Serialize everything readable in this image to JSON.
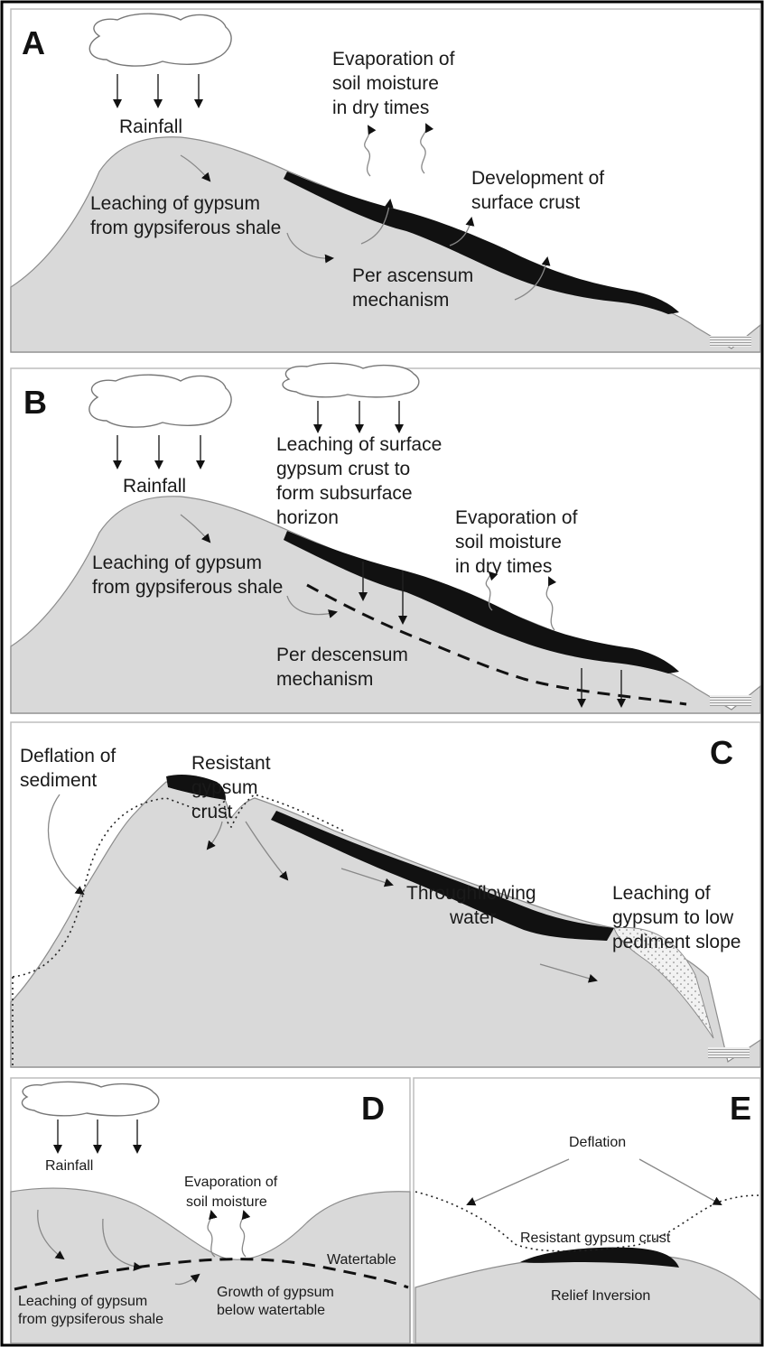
{
  "panels": {
    "A": {
      "letter": "A",
      "rainfall": "Rainfall",
      "evap": [
        "Evaporation of",
        "soil moisture",
        "in dry times"
      ],
      "crust": [
        "Development of",
        "surface crust"
      ],
      "leach": [
        "Leaching of gypsum",
        "from gypsiferous shale"
      ],
      "mech": [
        "Per ascensum",
        "mechanism"
      ]
    },
    "B": {
      "letter": "B",
      "rainfall": "Rainfall",
      "leach_surface": [
        "Leaching of surface",
        "gypsum crust to",
        "form subsurface",
        "horizon"
      ],
      "evap": [
        "Evaporation of",
        "soil moisture",
        "in dry times"
      ],
      "leach": [
        "Leaching of gypsum",
        "from gypsiferous shale"
      ],
      "mech": [
        "Per descensum",
        "mechanism"
      ]
    },
    "C": {
      "letter": "C",
      "deflation": [
        "Deflation of",
        "sediment"
      ],
      "resistant": [
        "Resistant",
        "gypsum",
        "crust"
      ],
      "through": [
        "Throughflowing",
        "water"
      ],
      "leach_low": [
        "Leaching of",
        "gypsum to low",
        "pediment slope"
      ]
    },
    "D": {
      "letter": "D",
      "rainfall": "Rainfall",
      "evap": [
        "Evaporation of",
        "soil moisture"
      ],
      "watertable": "Watertable",
      "leach": [
        "Leaching of gypsum",
        "from gypsiferous shale"
      ],
      "growth": [
        "Growth of gypsum",
        "below watertable"
      ]
    },
    "E": {
      "letter": "E",
      "deflation": "Deflation",
      "resistant": "Resistant gypsum crust",
      "relief": "Relief Inversion"
    }
  }
}
